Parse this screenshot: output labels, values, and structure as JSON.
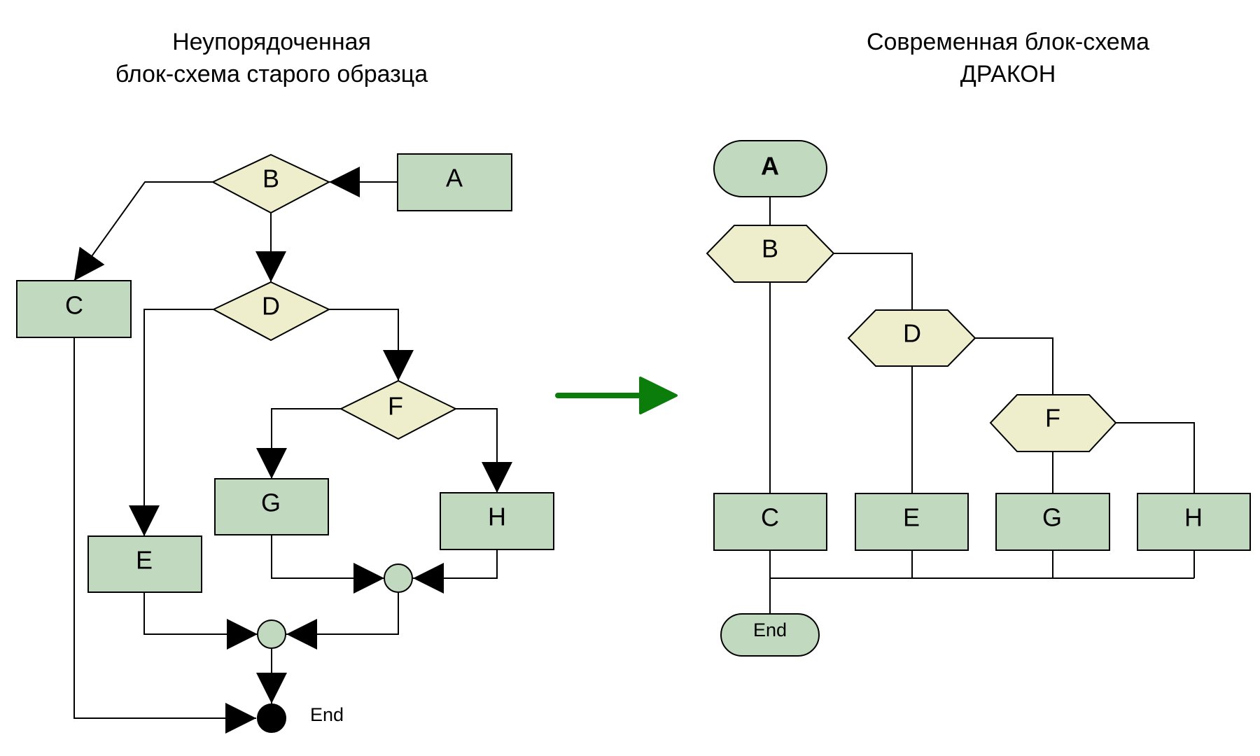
{
  "titles": {
    "left": {
      "line1": "Неупорядоченная",
      "line2": "блок-схема старого образца"
    },
    "right": {
      "line1": "Современная блок-схема",
      "line2": "ДРАКОН"
    }
  },
  "colors": {
    "action": "#c1d9bf",
    "decision": "#eeeecc",
    "stroke": "#000000",
    "transition_arrow": "#0a7d0a",
    "end_dot": "#000000"
  },
  "left_chart": {
    "A": "A",
    "B": "B",
    "C": "C",
    "D": "D",
    "E": "E",
    "F": "F",
    "G": "G",
    "H": "H",
    "end": "End"
  },
  "right_chart": {
    "A": "A",
    "B": "B",
    "C": "C",
    "D": "D",
    "E": "E",
    "F": "F",
    "G": "G",
    "H": "H",
    "end": "End"
  }
}
